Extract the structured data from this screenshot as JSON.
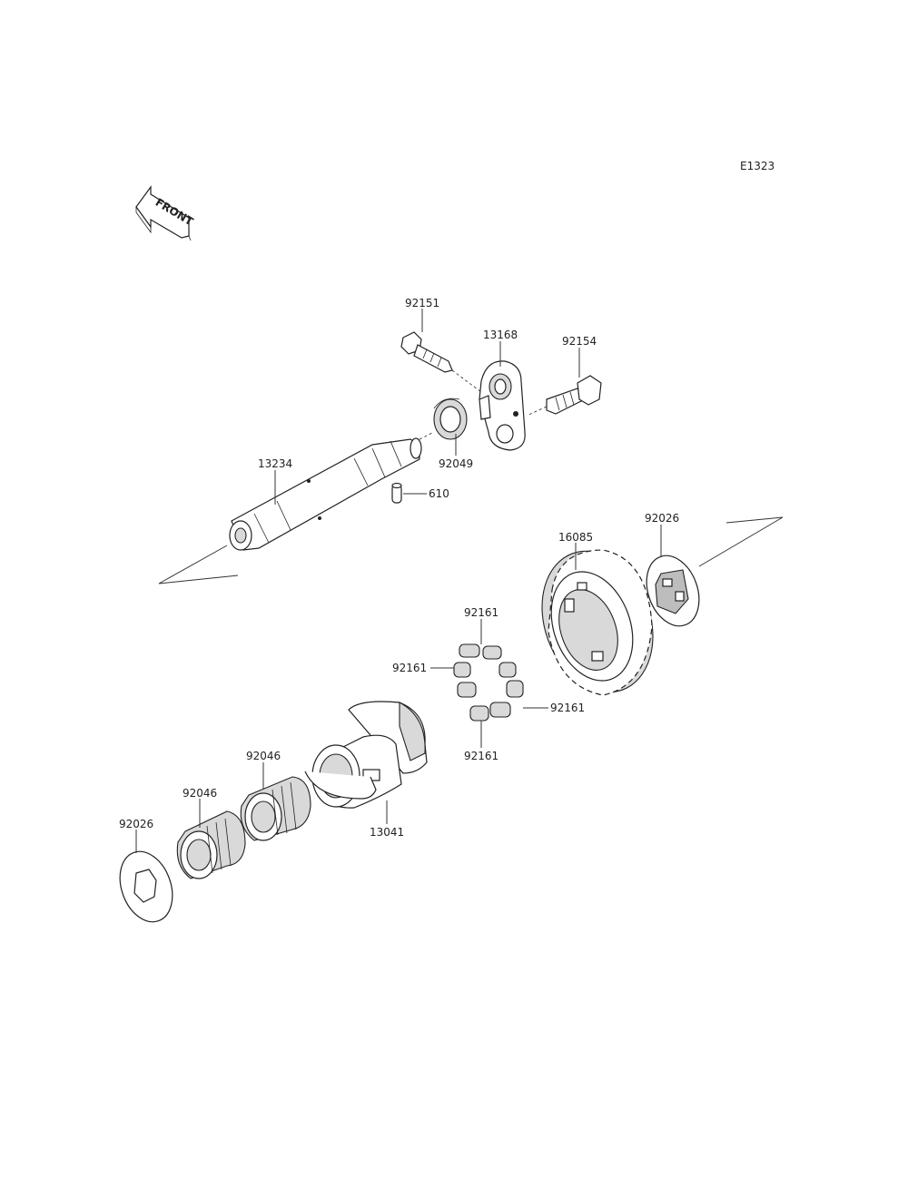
{
  "diagram_code": "E1323",
  "front_arrow_label": "FRONT",
  "callouts": {
    "p92151": "92151",
    "p13168": "13168",
    "p92154": "92154",
    "p92049": "92049",
    "p13234": "13234",
    "p610": "610",
    "p92026_top": "92026",
    "p16085": "16085",
    "p92161_top": "92161",
    "p92161_left": "92161",
    "p92161_right": "92161",
    "p92161_bottom": "92161",
    "p92046_upper": "92046",
    "p92046_lower": "92046",
    "p13041": "13041",
    "p92026_bottom": "92026"
  },
  "colors": {
    "line": "#333333",
    "shade": "#d9d9d9",
    "background": "#ffffff"
  }
}
